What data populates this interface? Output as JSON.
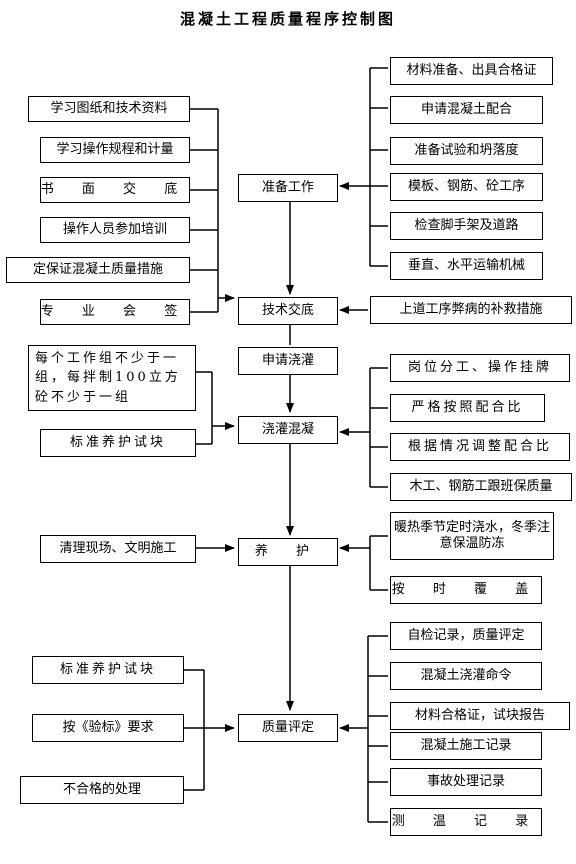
{
  "title": "混凝土工程质量程序控制图",
  "main": {
    "prepare": "准备工作",
    "tech": "技术交底",
    "apply": "申请浇灌",
    "pour": "浇灌混凝",
    "cure": "养 护",
    "quality": "质量评定"
  },
  "left_top": [
    "学习图纸和技术资料",
    "学习操作规程和计量",
    "书 面 交 底",
    "操作人员参加培训",
    "定保证混凝土质量措施",
    "专 业 会 签"
  ],
  "right_top": [
    "材料准备、出具合格证",
    "申请混凝土配合",
    "准备试验和坍落度",
    "模板、钢筋、砼工序",
    "检查脚手架及道路",
    "垂直、水平运输机械"
  ],
  "right_tech": "上道工序弊病的补救措施",
  "left_pour": [
    "每个工作组不少于一组，每拌制100立方砼不少于一组",
    "标准养护试块"
  ],
  "right_pour": [
    "岗位分工、操作挂牌",
    "严格按照配合比",
    "根据情况调整配合比",
    "木工、钢筋工跟班保质量"
  ],
  "left_cure": "清理现场、文明施工",
  "right_cure": [
    "暖热季节定时浇水，冬季注意保温防冻",
    "按 时 覆 盖"
  ],
  "left_quality": [
    "标准养护试块",
    "按《验标》要求",
    "不合格的处理"
  ],
  "right_quality": [
    "自检记录，质量评定",
    "混凝土浇灌命令",
    "材料合格证，试块报告",
    "混凝土施工记录",
    "事故处理记录",
    "测 温 记 录"
  ]
}
